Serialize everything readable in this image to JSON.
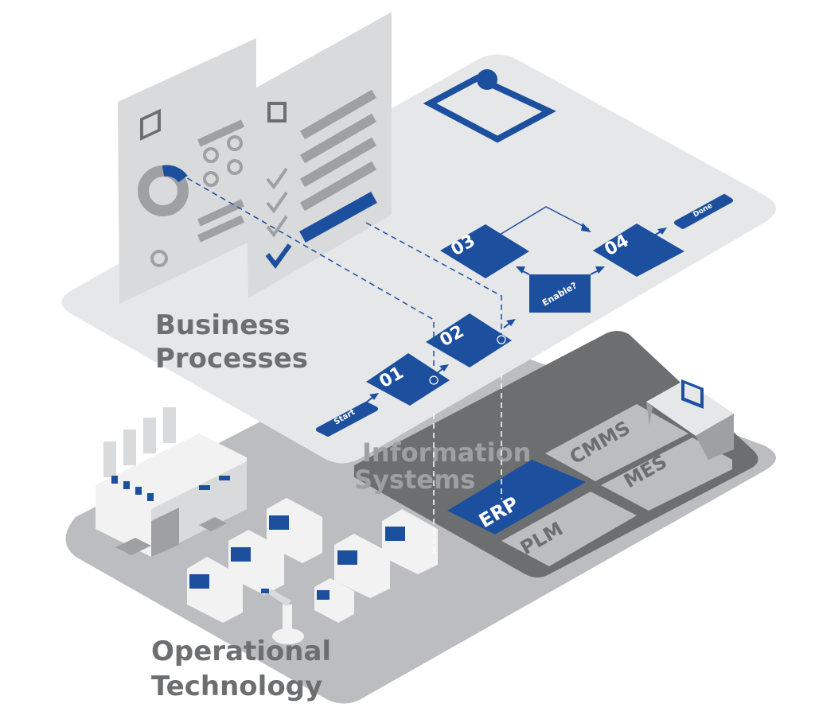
{
  "layers": {
    "business": {
      "line1": "Business",
      "line2": "Processes"
    },
    "information": {
      "line1": "Information",
      "line2": "Systems"
    },
    "operational": {
      "line1": "Operational",
      "line2": "Technology"
    }
  },
  "flow": {
    "start": "Start",
    "step1": "01",
    "step2": "02",
    "step3": "03",
    "step4": "04",
    "decision": "Enable?",
    "done": "Done"
  },
  "systems": {
    "erp": "ERP",
    "cmms": "CMMS",
    "mes": "MES",
    "plm": "PLM"
  },
  "colors": {
    "accent": "#1d4f9f",
    "plane_top": "#e6e7e9",
    "plane_mid": "#6d6e70",
    "plane_bottom": "#bcbdc0"
  }
}
